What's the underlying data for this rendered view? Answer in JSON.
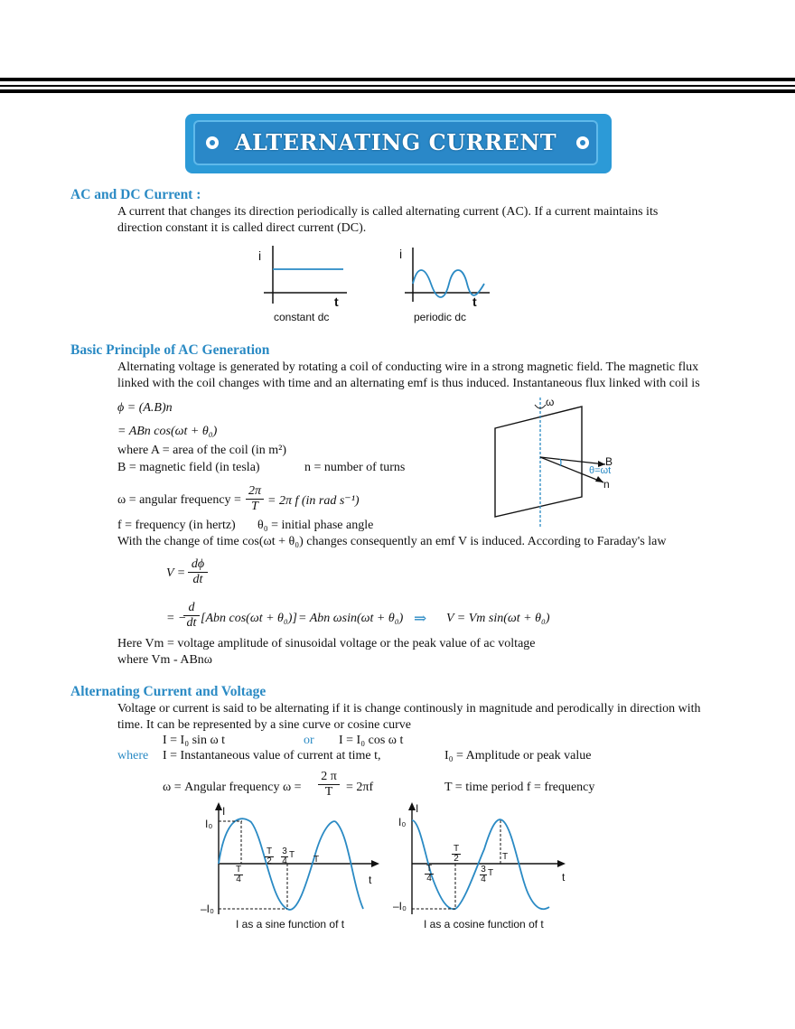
{
  "title": "ALTERNATING CURRENT",
  "sec1": {
    "heading": "AC and DC Current :",
    "para": "A current that changes its direction periodically is called alternating current (AC). If a current maintains its direction constant it is called direct current (DC).",
    "graph1": {
      "y": "i",
      "x": "t",
      "caption": "constant dc"
    },
    "graph2": {
      "y": "i",
      "x": "t",
      "caption": "periodic dc"
    }
  },
  "sec2": {
    "heading": "Basic Principle of AC Generation",
    "para": "Alternating voltage is generated by rotating a coil of conducting wire in a strong magnetic field. The magnetic flux linked with the coil changes with time and an alternating emf is thus induced. Instantaneous flux linked with coil is",
    "eq1": "ϕ = (A.B)n",
    "eq2": "= ABn cos(ωt + θ₀)",
    "areaA": "where A = area of the coil (in m²)",
    "fieldB": "B = magnetic field (in tesla)",
    "turns": "n = number of turns",
    "omega_pre": "ω = angular frequency =",
    "omega_num": "2π",
    "omega_den": "T",
    "omega_post": "= 2π f  (in rad s⁻¹)",
    "freq": "f = frequency (in hertz)",
    "phase": "θ₀ = initial phase angle",
    "faraday": "With the change of time cos(ωt + θ₀) changes consequently an emf V is induced. According to Faraday's law",
    "v_lhs": "V =",
    "v_num": "dϕ",
    "v_den": "dt",
    "e_minus": "= −",
    "e_num": "d",
    "e_den": "dt",
    "e_bracket": "[Abn cos(ωt + θ₀)]",
    "e_mid": "= Abn  ωsin(ωt + θ₀)",
    "arrow": "⇒",
    "e_final": "V = Vm sin(ωt + θ₀)",
    "vm1": "Here Vm = voltage amplitude of sinusoidal voltage or the peak value of ac voltage",
    "vm2": "where Vm - ABnω",
    "diagram": {
      "omega": "ω",
      "B": "B",
      "n": "n",
      "theta": "θ=ωt"
    }
  },
  "sec3": {
    "heading": "Alternating Current and Voltage",
    "para": "Voltage or current is said to be alternating if it is change continously in magnitude and perodically in direction with time. It can be represented by a sine curve or cosine curve",
    "sin_eq": "I = I₀ sin ω t",
    "or": "or",
    "cos_eq": "I = I₀ cos ω t",
    "where": "where",
    "inst": "I = Instantaneous value of current at time t,",
    "amp": "I₀ = Amplitude or peak value",
    "ang_pre": "ω = Angular frequency   ω =",
    "ang_num": "2 π",
    "ang_den": "T",
    "ang_post": "= 2πf",
    "period": "T = time period   f = frequency",
    "g1": {
      "I": "I",
      "I0": "I₀",
      "nI0": "–I₀",
      "t": "t",
      "T4n": "T",
      "T4d": "4",
      "T2n": "T",
      "T2d": "2",
      "T34a": "3",
      "T34b": "4",
      "T34T": "T",
      "T": "T",
      "caption": "I as a sine function of t"
    },
    "g2": {
      "I": "I",
      "I0": "I₀",
      "nI0": "–I₀",
      "t": "t",
      "T4n": "T",
      "T4d": "4",
      "T2n": "T",
      "T2d": "2",
      "T34a": "3",
      "T34b": "4",
      "T34T": "T",
      "T": "T",
      "caption": "I as a cosine function of t"
    }
  }
}
